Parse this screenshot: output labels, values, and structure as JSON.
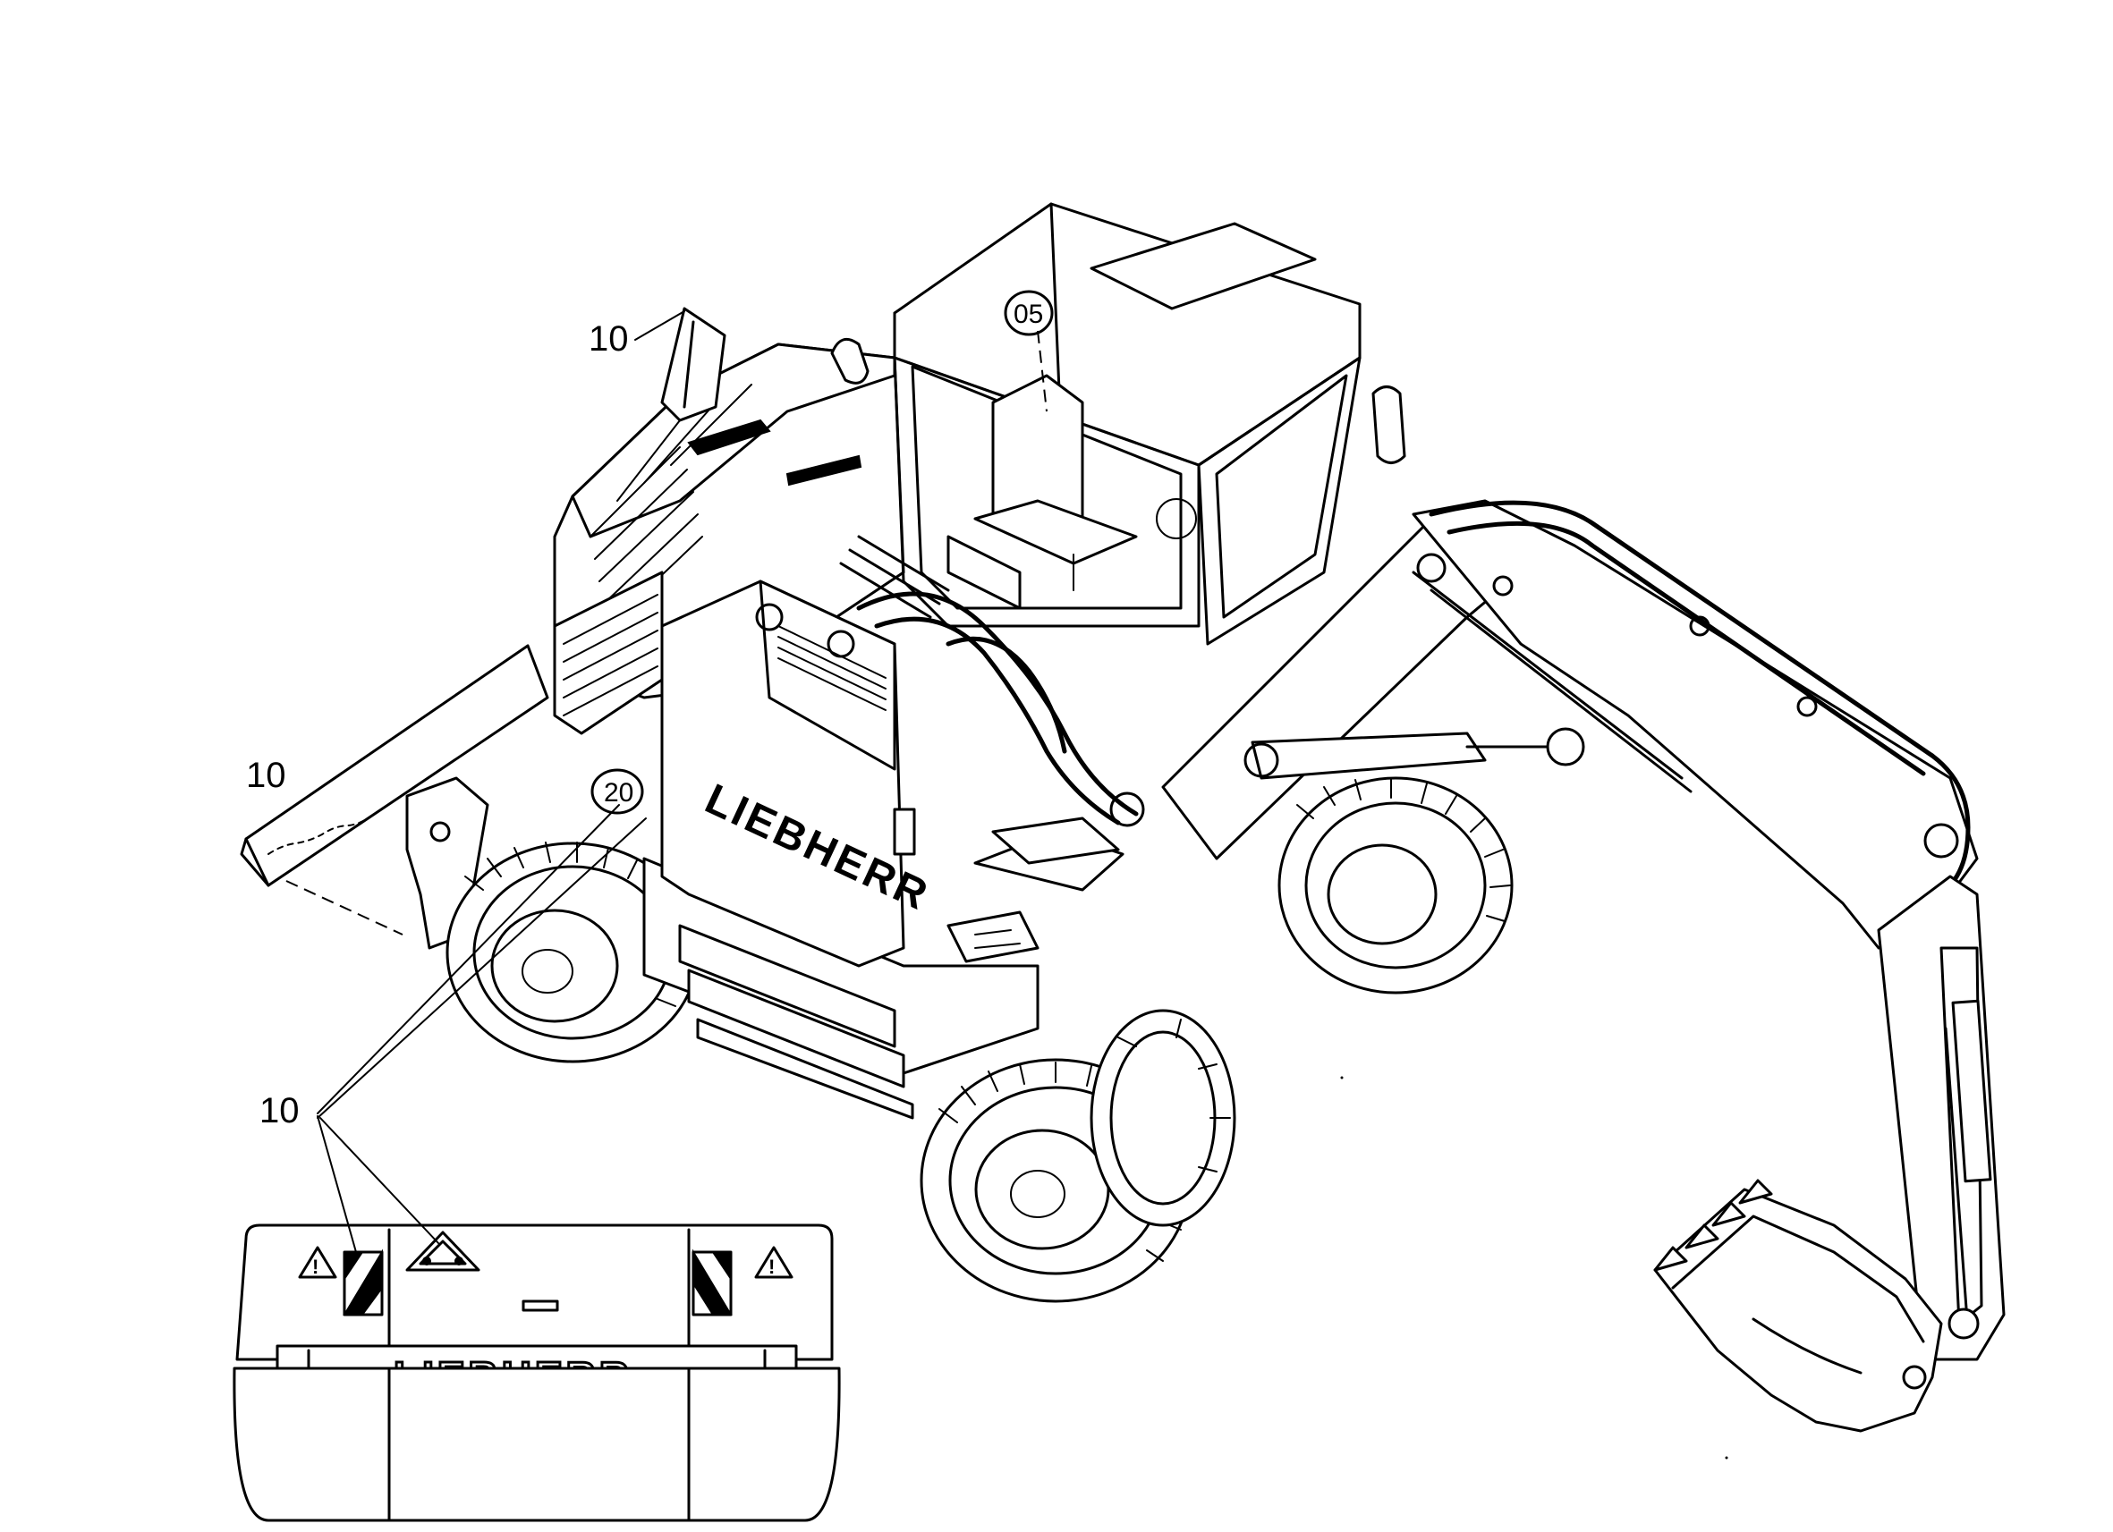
{
  "callouts": {
    "roof_guard": "10",
    "rear_blade": "10",
    "counterweight": "10"
  },
  "brand": {
    "side_panel": "LIEBHERR",
    "counterweight": "LIEBHERR"
  },
  "stickers": {
    "cab_roof": "05",
    "side_panel": "20"
  },
  "icons": {
    "warning_left": "warning-triangle-icon",
    "warning_right": "warning-triangle-icon",
    "hazard_stripe_left": "hazard-stripe-icon",
    "hazard_stripe_right": "hazard-stripe-icon",
    "reflector": "reflector-triangle-icon"
  }
}
